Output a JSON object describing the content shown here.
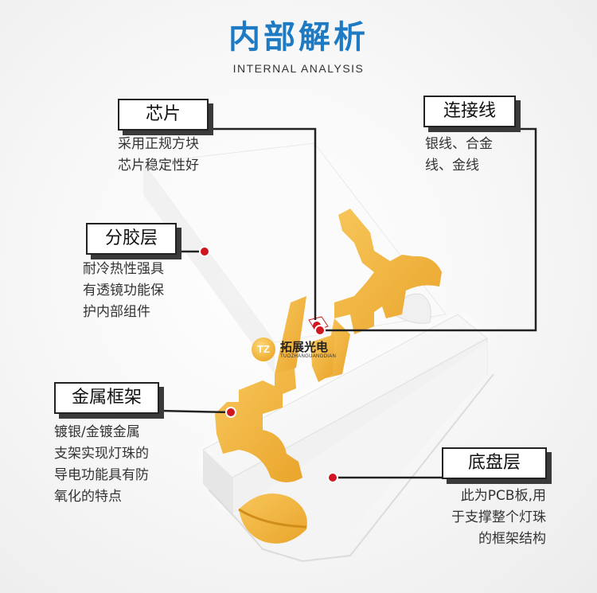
{
  "header": {
    "title": "内部解析",
    "subtitle": "INTERNAL  ANALYSIS"
  },
  "callouts": [
    {
      "id": "chip",
      "label": "芯片",
      "desc": "采用正规方块\n芯片稳定性好"
    },
    {
      "id": "wire",
      "label": "连接线",
      "desc": "银线、合金\n线、金线"
    },
    {
      "id": "glue",
      "label": "分胶层",
      "desc": "耐冷热性强具\n有透镜功能保\n护内部组件"
    },
    {
      "id": "frame",
      "label": "金属框架",
      "desc": "镀银/金镀金属\n支架实现灯珠的\n导电功能具有防\n氧化的特点"
    },
    {
      "id": "base",
      "label": "底盘层",
      "desc": "此为PCB板,用\n于支撑整个灯珠\n的框架结构"
    }
  ],
  "logo": {
    "mark": "TZ",
    "name_cn": "拓展光电",
    "name_en": "TUOZHANGUANGDIAN"
  },
  "colors": {
    "title_blue": "#1e7ac3",
    "gold": "#f2b53a",
    "gold_dark": "#d4901c",
    "marker_red": "#d0161e",
    "line": "#222222"
  }
}
